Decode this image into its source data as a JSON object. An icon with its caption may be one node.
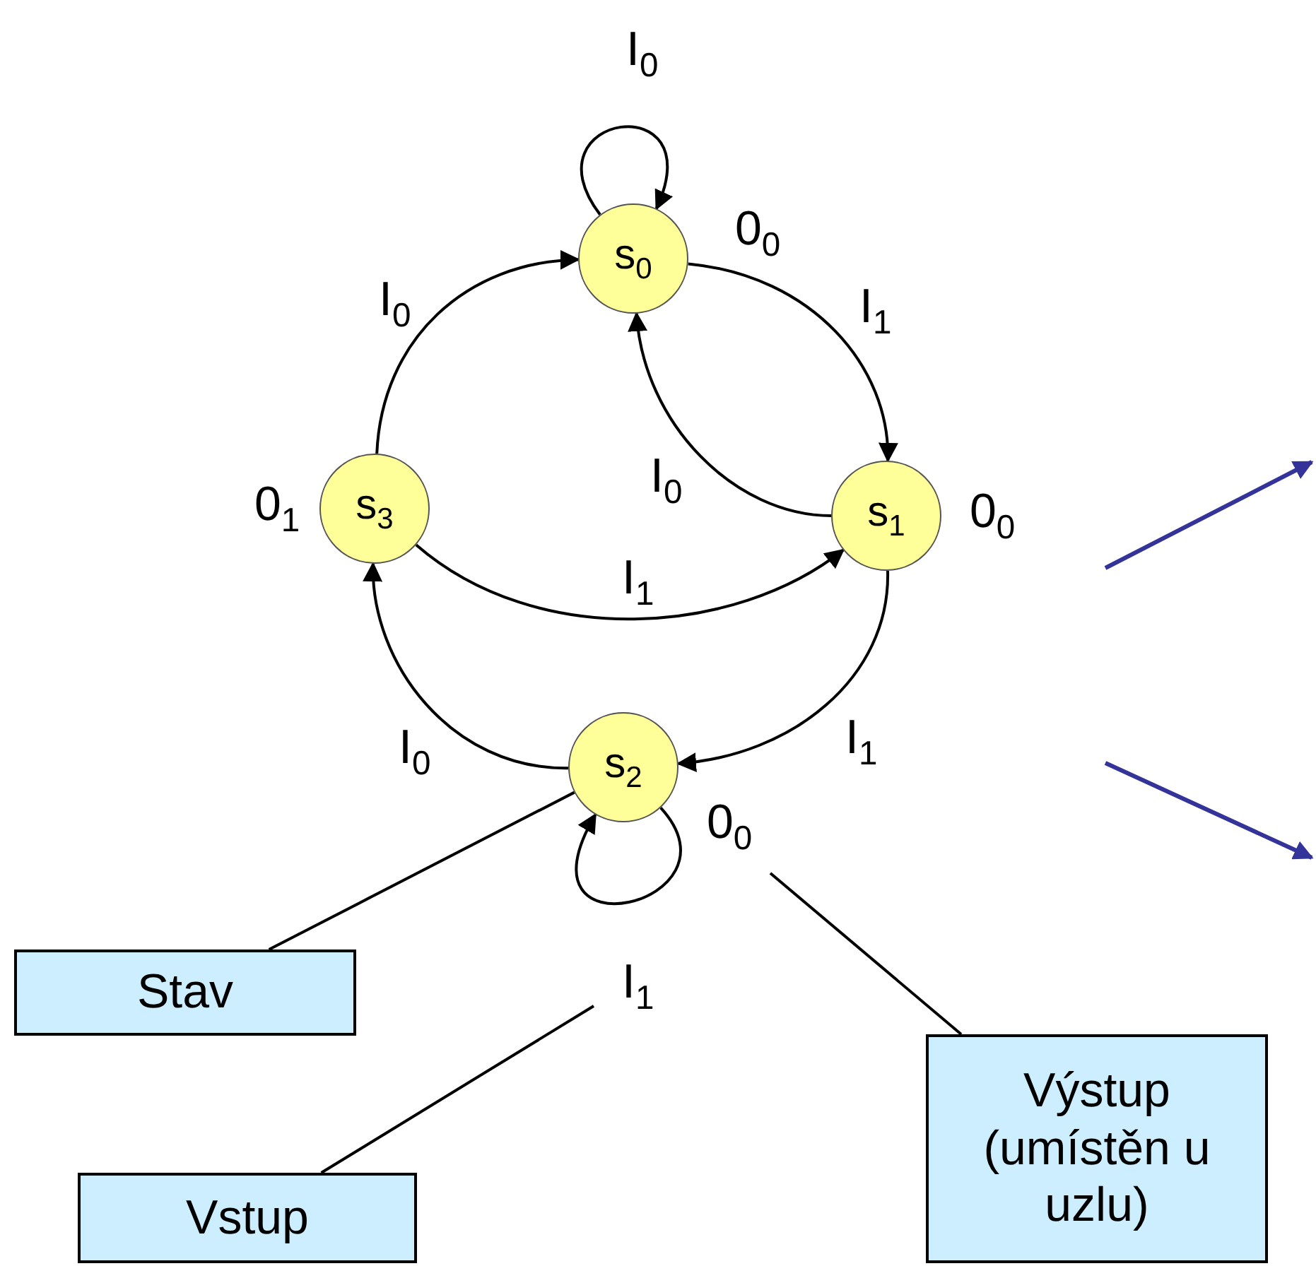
{
  "diagram": {
    "nodes": [
      {
        "text": [
          "s$_{0}$"
        ],
        "beside": [
          "0$_{0}$"
        ]
      },
      {
        "text": [
          "s$_{1}$"
        ],
        "beside": [
          "0$_{0}$"
        ]
      },
      {
        "text": [
          "s$_{2}$"
        ],
        "beside": [
          "0$_{0}$"
        ]
      },
      {
        "text": [
          "s$_{3}$"
        ],
        "beside": [
          "0$_{1}$"
        ]
      },
      {
        "text": [
          "Stav"
        ]
      },
      {
        "text": [
          "Vstup"
        ]
      },
      {
        "text": [
          "Výstup (umístěn u uzlu)"
        ]
      }
    ],
    "edges": [
      {
        "from": 0,
        "to": 0,
        "arrow": "to",
        "label": "I$_{0}$"
      },
      {
        "from": 0,
        "to": 1,
        "arrow": "to",
        "label": "I$_{1}$"
      },
      {
        "from": 1,
        "to": 0,
        "arrow": "to",
        "label": "I$_{0}$"
      },
      {
        "from": 3,
        "to": 0,
        "arrow": "to",
        "label": "I$_{0}$"
      },
      {
        "from": 3,
        "to": 1,
        "arrow": "to",
        "label": "I$_{1}$"
      },
      {
        "from": 1,
        "to": 2,
        "arrow": "to",
        "label": "I$_{1}$"
      },
      {
        "from": 2,
        "to": 3,
        "arrow": "to",
        "label": "I$_{0}$"
      },
      {
        "from": 2,
        "to": 2,
        "arrow": "to",
        "label": "I$_{1}$"
      },
      {
        "from": 4,
        "to": 2,
        "arrow": "none"
      },
      {
        "from": 5,
        "to": null,
        "arrow": "none"
      },
      {
        "from": 6,
        "to": null,
        "arrow": "none"
      }
    ]
  }
}
